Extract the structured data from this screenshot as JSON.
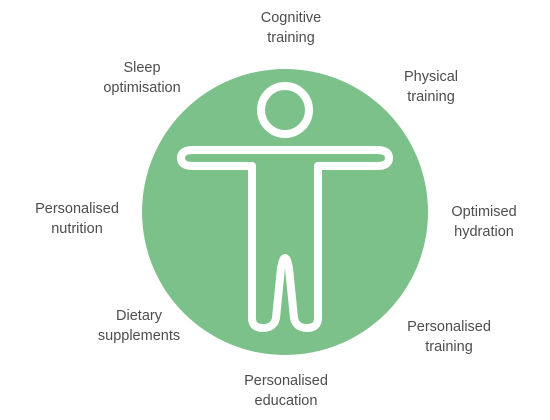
{
  "colors": {
    "circle_fill": "#7dc18a",
    "figure_outline": "#ffffff",
    "label_text": "#4d4d4d"
  },
  "center_icon": "human-figure-icon",
  "items": [
    {
      "id": "cognitive-training",
      "line1": "Cognitive",
      "line2": "training"
    },
    {
      "id": "physical-training",
      "line1": "Physical",
      "line2": "training"
    },
    {
      "id": "optimised-hydration",
      "line1": "Optimised",
      "line2": "hydration"
    },
    {
      "id": "personalised-training",
      "line1": "Personalised",
      "line2": "training"
    },
    {
      "id": "personalised-education",
      "line1": "Personalised",
      "line2": "education"
    },
    {
      "id": "dietary-supplements",
      "line1": "Dietary",
      "line2": "supplements"
    },
    {
      "id": "personalised-nutrition",
      "line1": "Personalised",
      "line2": "nutrition"
    },
    {
      "id": "sleep-optimisation",
      "line1": "Sleep",
      "line2": "optimisation"
    }
  ]
}
